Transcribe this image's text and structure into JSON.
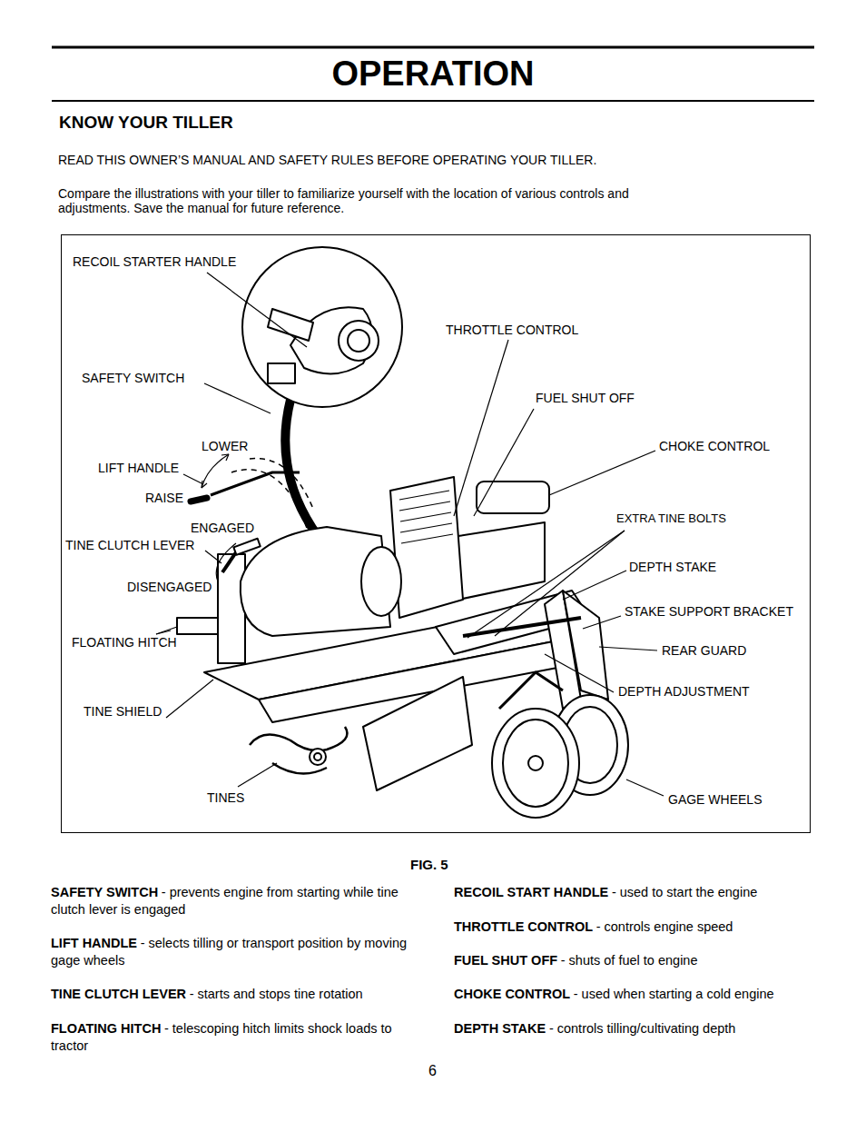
{
  "diagram": {
    "title": "OPERATION",
    "labels": [
      "KNOW YOUR TILLER",
      "READ THIS OWNER’S MANUAL AND SAFETY RULES BEFORE OPERATING YOUR TILLER.",
      "Compare the illustrations with your tiller to familiarize yourself with the location of various controls and adjustments.  Save the manual for future reference.",
      "RECOIL STARTER HANDLE",
      "SAFETY SWITCH",
      "THROTTLE CONTROL",
      "FUEL SHUT OFF",
      "CHOKE CONTROL",
      "LOWER",
      "LIFT HANDLE",
      "RAISE",
      "ENGAGED",
      "TINE CLUTCH LEVER",
      "EXTRA TINE BOLTS",
      "DEPTH STAKE",
      "DISENGAGED",
      "STAKE SUPPORT BRACKET",
      "FLOATING HITCH",
      "REAR GUARD",
      "DEPTH ADJUSTMENT",
      "TINE SHIELD",
      "TINES",
      "GAGE WHEELS",
      "FIG. 5",
      "SAFETY SWITCH",
      "- prevents engine from starting while tine clutch lever is engaged",
      "LIFT HANDLE",
      "- selects tilling or transport position by moving gage wheels",
      "TINE CLUTCH LEVER",
      "- starts and stops tine rotation",
      "FLOATING HITCH",
      "- telescoping hitch limits shock loads to tractor",
      "RECOIL START HANDLE",
      "- used to start the engine",
      "THROTTLE CONTROL",
      "- controls engine speed",
      "FUEL SHUT OFF",
      "-  shuts of fuel to engine",
      "CHOKE CONTROL",
      "- used when starting a cold engine",
      "DEPTH STAKE",
      "- controls tilling/cultivating depth",
      "6"
    ]
  }
}
